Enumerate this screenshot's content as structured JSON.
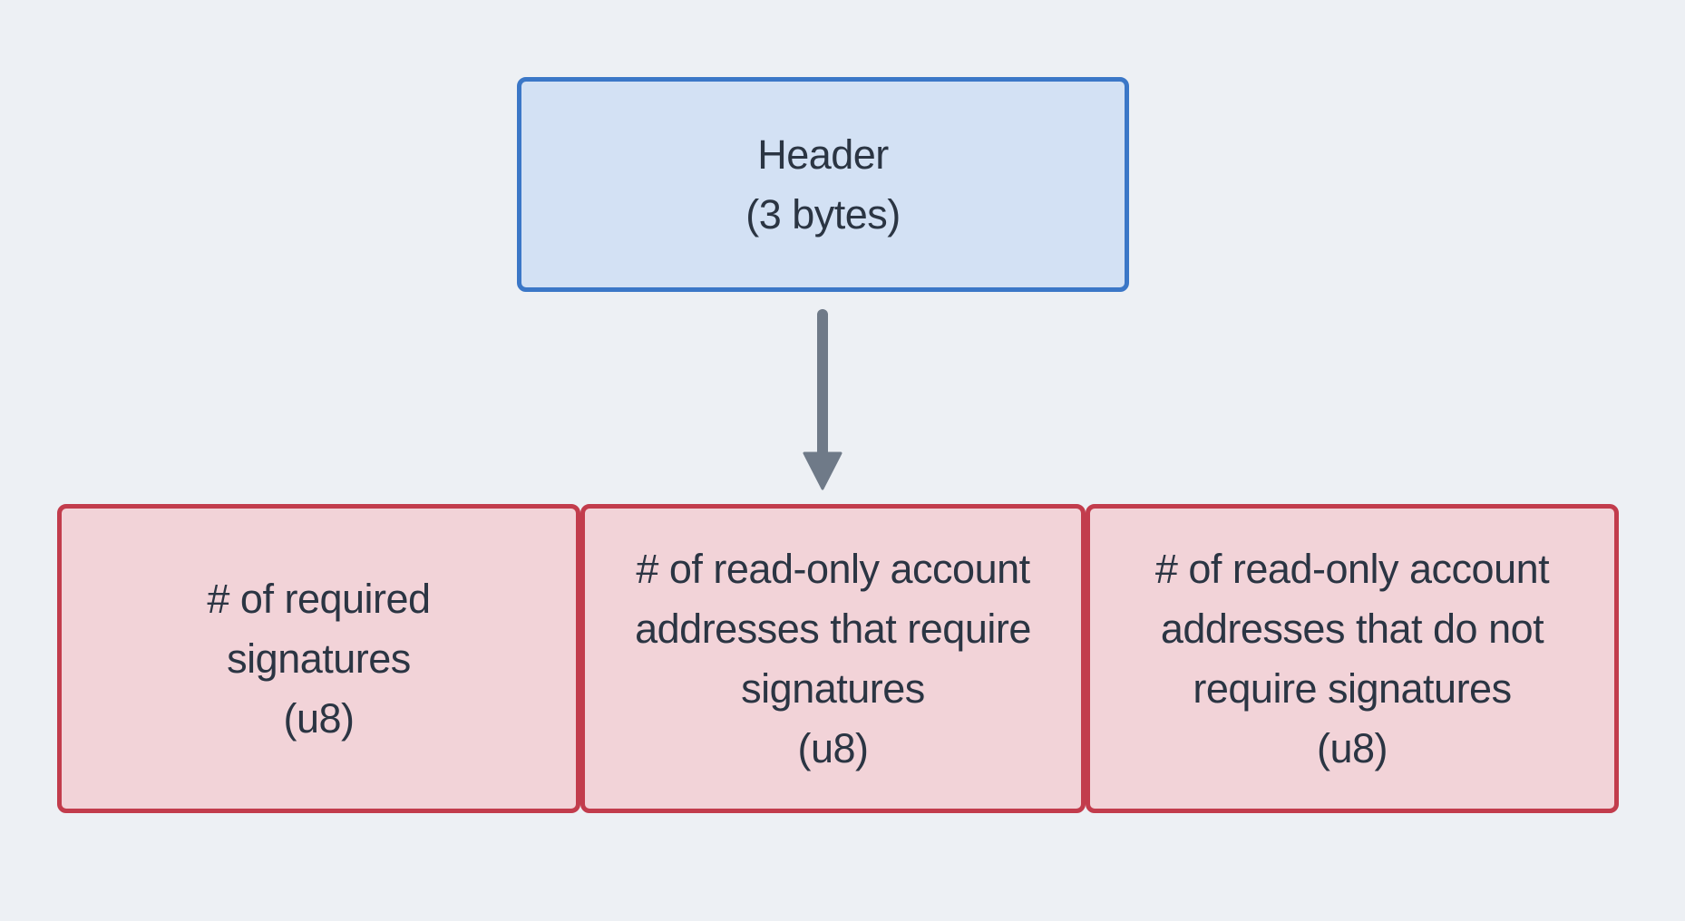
{
  "diagram": {
    "title_none_visible": "",
    "header_node": {
      "text": "Header\n(3 bytes)"
    },
    "arrow": {
      "name": "down-arrow",
      "direction": "down",
      "color": "#6f7a88"
    },
    "fields": [
      {
        "text": "# of required\nsignatures\n(u8)"
      },
      {
        "text": "# of read-only account\naddresses that require\nsignatures\n(u8)"
      },
      {
        "text": "# of read-only account\naddresses that do not\nrequire signatures\n(u8)"
      }
    ],
    "colors": {
      "background": "#edf0f4",
      "header_fill": "#d3e1f4",
      "header_border": "#3b77c7",
      "field_fill": "#f2d3d8",
      "field_border": "#c23c4c",
      "text": "#2b3543",
      "arrow": "#6f7a88"
    }
  }
}
